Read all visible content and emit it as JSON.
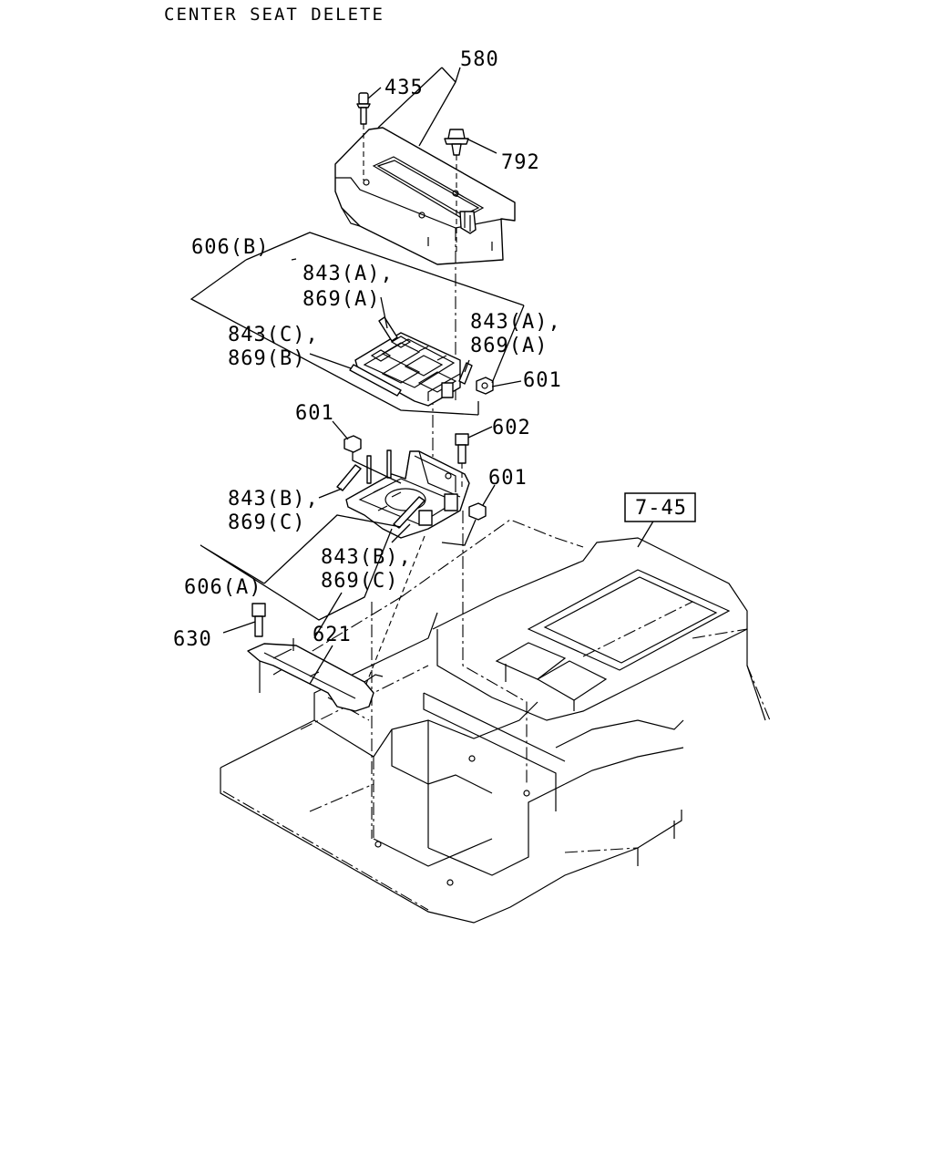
{
  "title": "CENTER SEAT DELETE",
  "callouts": {
    "c580": "580",
    "c435": "435",
    "c792": "792",
    "c606b": "606(B)",
    "c843a_1": "843(A),",
    "c869a_1": "869(A)",
    "c843a_2": "843(A),",
    "c869a_2": "869(A)",
    "c843c": "843(C),",
    "c869b": "869(B)",
    "c601_1": "601",
    "c601_2": "601",
    "c602": "602",
    "c601_3": "601",
    "c843b_1": "843(B),",
    "c869c_1": "869(C)",
    "c843b_2": "843(B),",
    "c869c_2": "869(C)",
    "c606a": "606(A)",
    "c630": "630",
    "c621": "621"
  },
  "ref_box": "7-45"
}
